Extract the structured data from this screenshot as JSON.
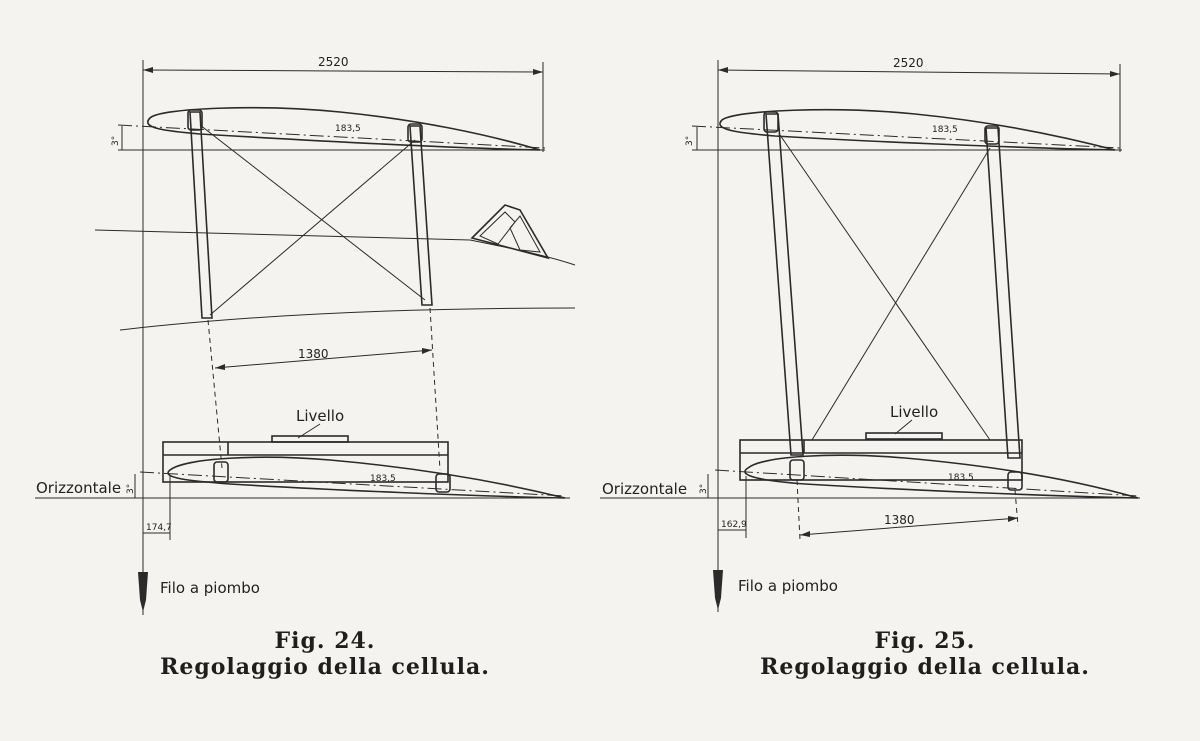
{
  "figures": [
    {
      "dim_span": "2520",
      "dim_strut_spacing": "1380",
      "angle_top": "3°",
      "angle_bottom": "3°",
      "chord_top": "183,5",
      "chord_bottom": "183,5",
      "offset": "174,7",
      "label_level": "Livello",
      "label_horizontal": "Orizzontale",
      "label_plumb": "Filo a piombo",
      "caption_number": "Fig. 24.",
      "caption_title": "Regolaggio della cellula."
    },
    {
      "dim_span": "2520",
      "dim_strut_spacing": "1380",
      "angle_top": "3°",
      "angle_bottom": "3°",
      "chord_top": "183,5",
      "chord_bottom": "183,5",
      "offset": "162,9",
      "label_level": "Livello",
      "label_horizontal": "Orizzontale",
      "label_plumb": "Filo a piombo",
      "caption_number": "Fig. 25.",
      "caption_title": "Regolaggio della cellula."
    }
  ],
  "colors": {
    "ink": "#2b2b2b",
    "paper": "#f4f3ef"
  }
}
